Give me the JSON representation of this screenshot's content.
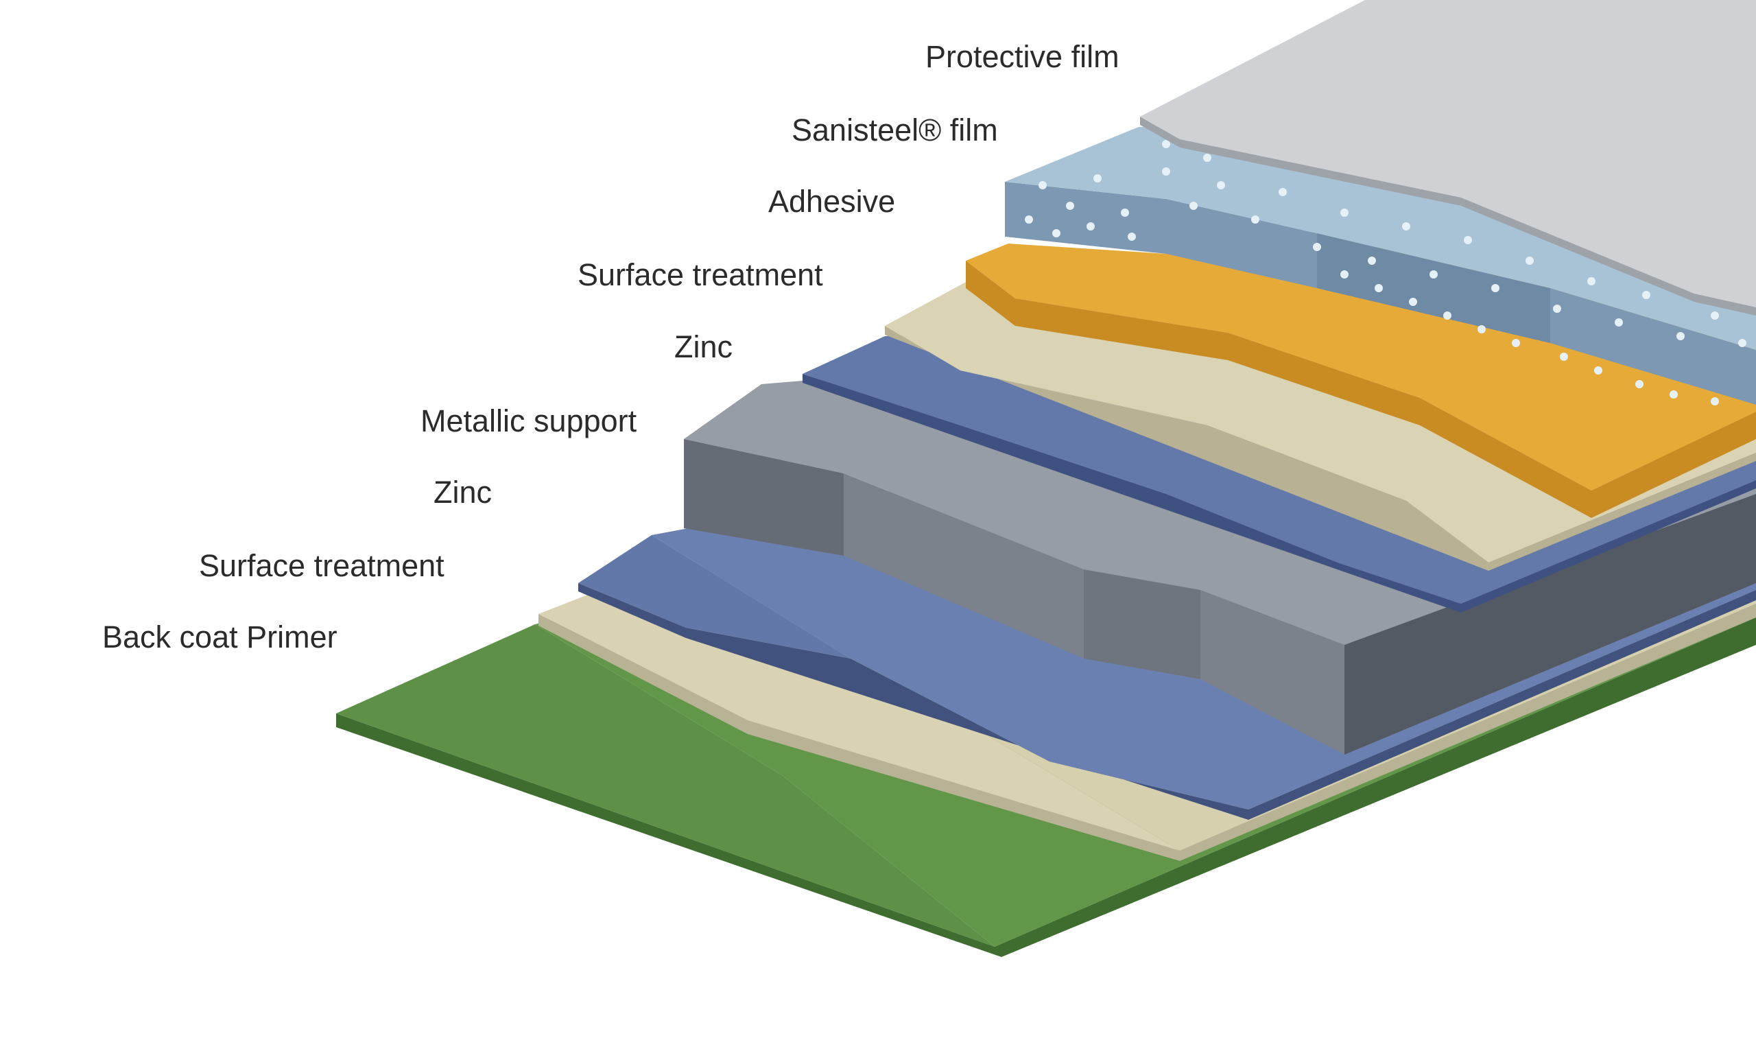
{
  "diagram": {
    "layers": [
      {
        "id": "protective-film",
        "label": "Protective film",
        "color": "#c7c9cc"
      },
      {
        "id": "sanisteel-film",
        "label": "Sanisteel® film",
        "color": "#93b0c8"
      },
      {
        "id": "adhesive",
        "label": "Adhesive",
        "color": "#e2a534"
      },
      {
        "id": "surface-treatment-top",
        "label": "Surface treatment",
        "color": "#d9d3b3"
      },
      {
        "id": "zinc-top",
        "label": "Zinc",
        "color": "#5f76a6"
      },
      {
        "id": "metallic-support",
        "label": "Metallic support",
        "color": "#8f959d"
      },
      {
        "id": "zinc-bottom",
        "label": "Zinc",
        "color": "#5f76a6"
      },
      {
        "id": "surface-treatment-bottom",
        "label": "Surface treatment",
        "color": "#d9d3b3"
      },
      {
        "id": "back-coat-primer",
        "label": "Back coat Primer",
        "color": "#5b8f46"
      }
    ]
  }
}
